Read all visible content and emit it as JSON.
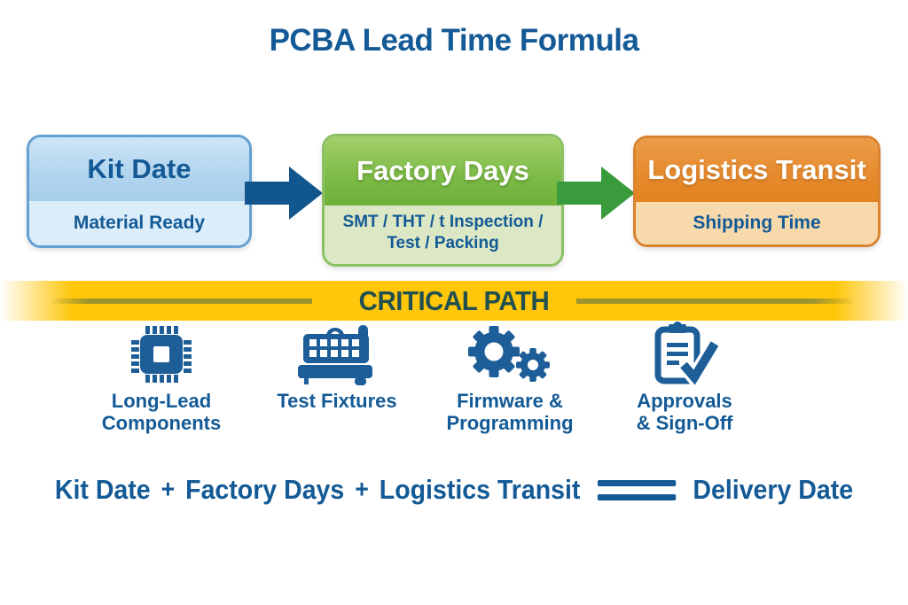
{
  "title": {
    "text": "PCBA Lead Time Formula"
  },
  "flow_boxes": [
    {
      "heading": "Kit Date",
      "subtext": "Material Ready"
    },
    {
      "heading": "Factory Days",
      "subtext": "SMT / THT / t Inspection / Test / Packing"
    },
    {
      "heading": "Logistics Transit",
      "subtext": "Shipping Time"
    }
  ],
  "arrows": [
    {
      "name": "arrow-kit-to-factory",
      "color": "#11568e"
    },
    {
      "name": "arrow-factory-to-logistics",
      "color": "#3a9b3d"
    }
  ],
  "critical_path": {
    "label": "CRITICAL PATH",
    "banner_color": "#ffc60a",
    "line_color": "#9e942e",
    "text_color": "#21504f"
  },
  "factors": [
    {
      "icon": "chip-icon",
      "line1": "Long-Lead",
      "line2": "Components"
    },
    {
      "icon": "test-fixture-icon",
      "line1": "Test Fixtures"
    },
    {
      "icon": "gears-icon",
      "line1": "Firmware &",
      "line2": "Programming"
    },
    {
      "icon": "clipboard-check-icon",
      "line1": "Approvals",
      "line2": "& Sign-Off"
    }
  ],
  "formula": {
    "term1": "Kit Date",
    "plus1": "+",
    "term2": "Factory Days",
    "plus2": "+",
    "term3": "Logistics Transit",
    "result": "Delivery Date"
  },
  "colors": {
    "accent_blue": "#135a96",
    "icon_blue": "#1d5d98",
    "kit_header": "#b3d6ef",
    "kit_body": "#dcedfa",
    "factory_header": "#7cba46",
    "factory_body": "#dbe7c5",
    "logistics_header": "#e68a2d",
    "logistics_body": "#f8d9ab",
    "banner_yellow": "#ffc60a"
  }
}
